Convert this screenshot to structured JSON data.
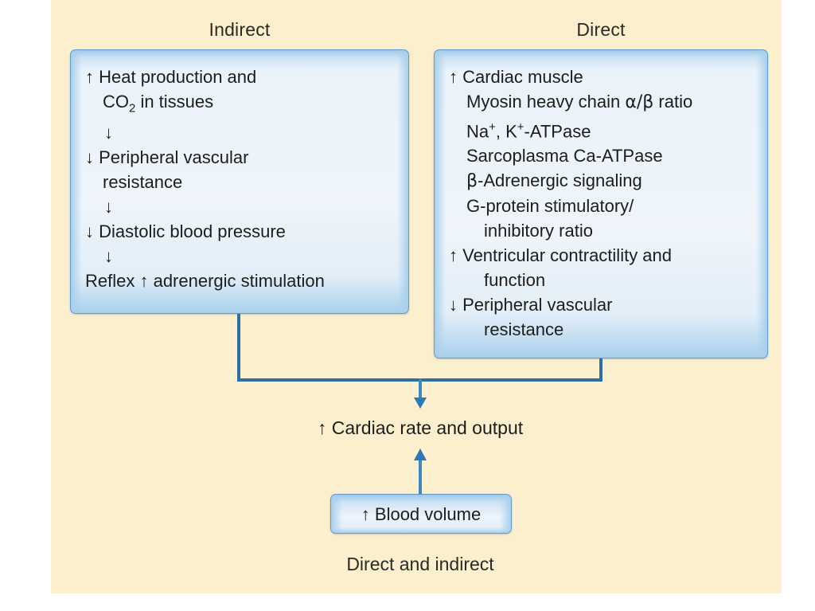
{
  "figure": {
    "background_color": "#fcefcd",
    "box_border_color": "#5f9dcd",
    "connector_color": "#2f6ea5"
  },
  "columns": {
    "indirect_title": "Indirect",
    "direct_title": "Direct"
  },
  "indirect_box": {
    "lines": [
      {
        "text": "↑ Heat production and",
        "indent": 0
      },
      {
        "text": "CO2 in tissues",
        "indent": 1
      },
      {
        "text": "↓",
        "indent": 0
      },
      {
        "text": "↓ Peripheral vascular",
        "indent": 0
      },
      {
        "text": "resistance",
        "indent": 1
      },
      {
        "text": "↓",
        "indent": 0
      },
      {
        "text": "↓ Diastolic blood pressure",
        "indent": 0
      },
      {
        "text": "↓",
        "indent": 0
      },
      {
        "text": "Reflex ↑ adrenergic stimulation",
        "indent": 0
      }
    ],
    "l1a": "↑ Heat production and",
    "l1b_pre": "CO",
    "l1b_sub": "2",
    "l1b_post": " in tissues",
    "arrow1": "↓",
    "l2a": "↓ Peripheral vascular",
    "l2b": "resistance",
    "arrow2": "↓",
    "l3": "↓ Diastolic blood pressure",
    "arrow3": "↓",
    "l4": "Reflex ↑ adrenergic stimulation"
  },
  "direct_box": {
    "l1": "↑ Cardiac muscle",
    "l2_pre": "Myosin heavy chain ",
    "l2_greek": "α/β",
    "l2_post": " ratio",
    "l3_a": "Na",
    "l3_sup1": "+",
    "l3_b": ", K",
    "l3_sup2": "+",
    "l3_c": "-ATPase",
    "l4": "Sarcoplasma Ca-ATPase",
    "l5_greek": "β",
    "l5_post": "-Adrenergic signaling",
    "l6": "G-protein stimulatory/",
    "l7": "inhibitory ratio",
    "l8": "↑ Ventricular contractility and",
    "l9": "function",
    "l10": "↓ Peripheral vascular",
    "l11": "resistance"
  },
  "outputs": {
    "cardiac_rate": "↑ Cardiac rate and output",
    "blood_volume": "↑ Blood volume",
    "caption": "Direct and indirect"
  }
}
